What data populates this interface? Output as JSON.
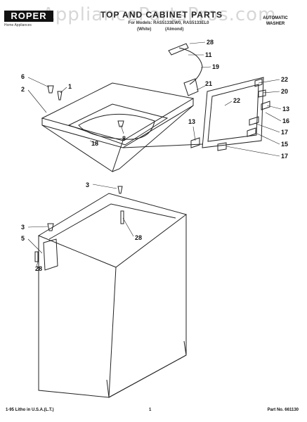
{
  "header": {
    "brand": "ROPER",
    "tagline": "Home Appliances",
    "title": "TOP AND CABINET PARTS",
    "subtitle": "For Models: RAS5133EW0, RAS5133EL0",
    "variants": [
      "(White)",
      "(Almond)"
    ],
    "product_line1": "AUTOMATIC",
    "product_line2": "WASHER",
    "watermark": "AppliancePartsPros.com"
  },
  "callouts": [
    "28",
    "11",
    "19",
    "22",
    "20",
    "13",
    "16",
    "17",
    "15",
    "17",
    "13",
    "21",
    "22",
    "6",
    "2",
    "1",
    "8",
    "18",
    "3",
    "3",
    "28",
    "5",
    "28"
  ],
  "footer": {
    "left": "1-95 Litho in U.S.A.(L.T.)",
    "page": "1",
    "part_no": "Part No. 661130"
  }
}
